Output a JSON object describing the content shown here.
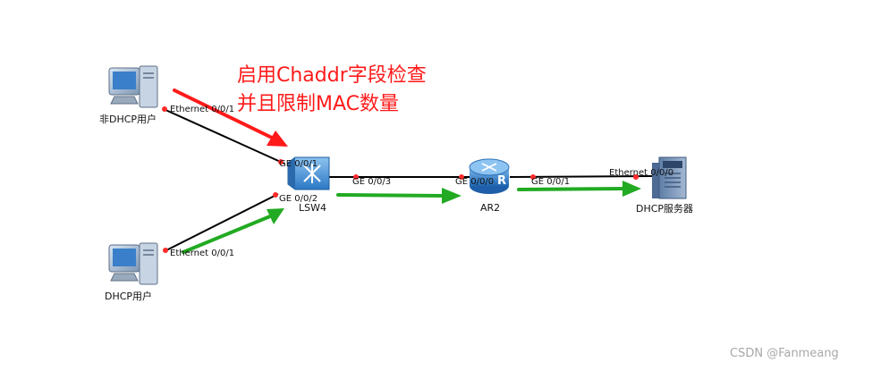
{
  "annotation": {
    "line1": "启用Chaddr字段检查",
    "line2": "并且限制MAC数量"
  },
  "devices": {
    "pc1": "非DHCP用户",
    "pc2": "DHCP用户",
    "switch": "LSW4",
    "router": "AR2",
    "server": "DHCP服务器"
  },
  "ports": {
    "pc1_eth": "Ethernet 0/0/1",
    "sw_ge1": "GE 0/0/1",
    "sw_ge2": "GE 0/0/2",
    "pc2_eth": "Ethernet 0/0/1",
    "sw_ge3": "GE 0/0/3",
    "ar_ge0": "GE 0/0/0",
    "ar_ge1": "GE 0/0/1",
    "srv_eth": "Ethernet 0/0/0"
  },
  "watermark": "CSDN @Fanmeang",
  "colors": {
    "link": "#000000",
    "port_dot": "#ff2a2a",
    "red_arrow": "#ff1a1a",
    "green_arrow": "#22aa22",
    "switch_blue": "#3f8fd6",
    "router_blue": "#2f7fd0"
  }
}
